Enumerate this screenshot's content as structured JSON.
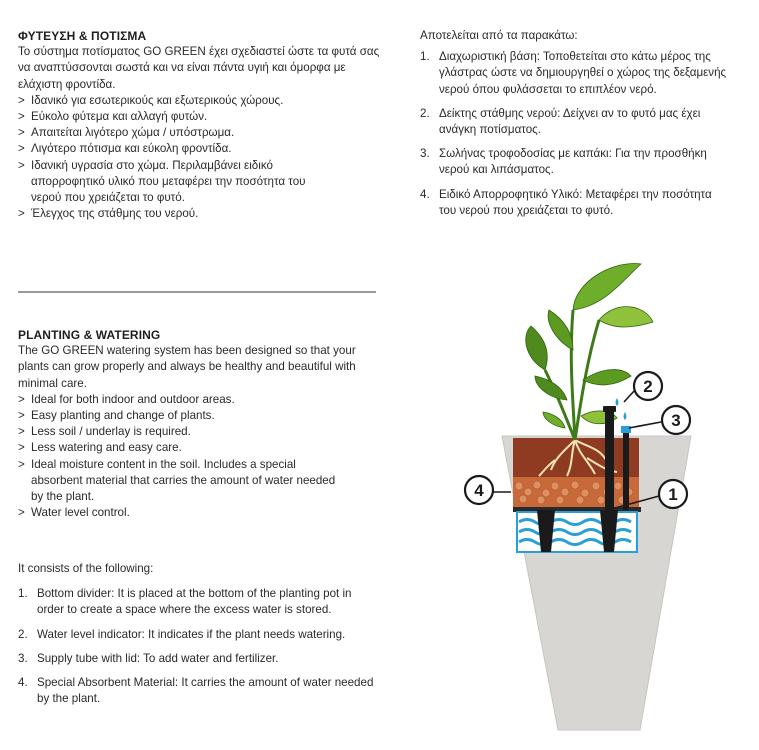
{
  "greek": {
    "title": "ΦΥΤΕΥΣΗ & ΠΟΤΙΣΜΑ",
    "intro": "Το σύστημα ποτίσματος GO GREEN  έχει σχεδιαστεί ώστε τα φυτά σας να αναπτύσσονται σωστά και να είναι πάντα υγιή και όμορφα με ελάχιστη φροντίδα.",
    "bullets": [
      "Ιδανικό για εσωτερικούς και εξωτερικούς χώρους.",
      "Εύκολο φύτεμα και αλλαγή φυτών.",
      "Απαιτείται λιγότερο χώμα / υπόστρωμα.",
      "Λιγότερο πότισμα και εύκολη φροντίδα.",
      "Ιδανική υγρασία στο χώμα. Περιλαμβάνει ειδικό απορροφητικό υλικό που μεταφέρει την ποσότητα του νερού που χρειάζεται το φυτό.",
      "Έλεγχος της στάθμης του νερού."
    ],
    "consists_heading": "Αποτελείται από τα παρακάτω:",
    "parts": [
      {
        "num": "1.",
        "text": "Διαχωριστική βάση: Τοποθετείται στο κάτω μέρος της γλάστρας ώστε να δημιουργηθεί ο χώρος της δεξαμενής νερού όπου φυλάσσεται το επιπλέον νερό."
      },
      {
        "num": "2.",
        "text": "Δείκτης στάθμης νερού: Δείχνει αν το φυτό μας έχει ανάγκη ποτίσματος."
      },
      {
        "num": "3.",
        "text": "Σωλήνας τροφοδοσίας με καπάκι: Για την προσθήκη νερού και λιπάσματος."
      },
      {
        "num": "4.",
        "text": "Ειδικό Απορροφητικό Υλικό: Μεταφέρει την ποσότητα του νερού που χρειάζεται το φυτό."
      }
    ]
  },
  "english": {
    "title": "PLANTING & WATERING",
    "intro": "The GO GREEN watering system has been designed so that your plants can grow properly and always be healthy and beautiful with minimal care.",
    "bullets": [
      "Ideal for both indoor and outdoor areas.",
      "Easy planting and change of plants.",
      "Less soil / underlay is required.",
      "Less watering and easy care.",
      "Ideal moisture content in the soil. Includes a special absorbent material that carries the amount of water needed by the plant.",
      "Water level control."
    ],
    "consists_heading": "It consists of the following:",
    "parts": [
      {
        "num": "1.",
        "text": "Bottom divider: It is placed at the bottom of the planting pot in order to create a space where the excess water is stored."
      },
      {
        "num": "2.",
        "text": "Water level indicator: It indicates if the plant needs watering."
      },
      {
        "num": "3.",
        "text": "Supply tube with lid: To add water and fertilizer."
      },
      {
        "num": "4.",
        "text": "Special Absorbent Material: It carries the amount of water needed by the plant."
      }
    ]
  },
  "diagram": {
    "labels": {
      "c1": "1",
      "c2": "2",
      "c3": "3",
      "c4": "4"
    },
    "colors": {
      "pot": "#d7d6d3",
      "soil": "#8e3b21",
      "pebbles": "#d07a4a",
      "water": "#2a9fd6",
      "leaf": "#4f8a1e",
      "leaf_light": "#8fc23a",
      "outline": "#1a1a1a"
    }
  }
}
